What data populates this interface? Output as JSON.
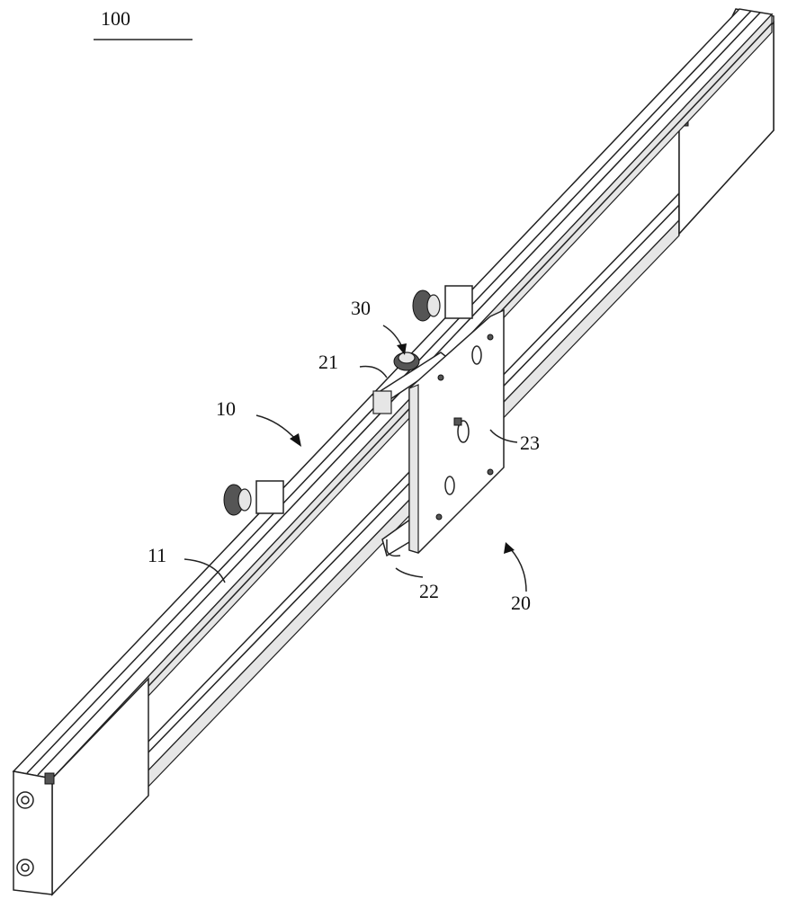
{
  "figure": {
    "assembly_label": "100",
    "labels": {
      "rail_assembly": "10",
      "rail_bar": "11",
      "slider_assembly": "20",
      "upper_bracket": "21",
      "lower_bracket": "22",
      "mounting_plate": "23",
      "locking_knob": "30"
    }
  }
}
